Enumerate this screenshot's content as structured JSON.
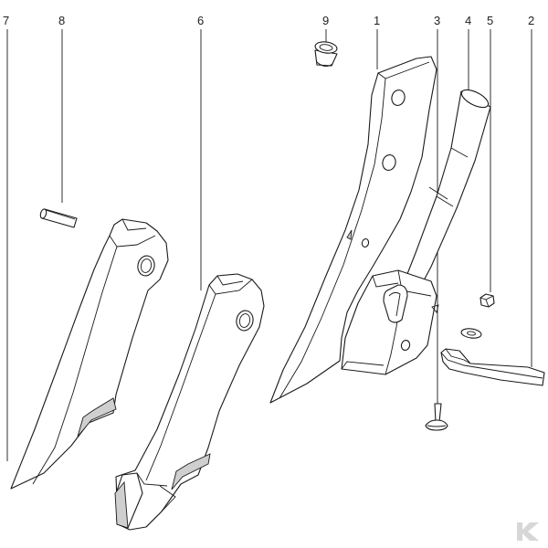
{
  "callouts": [
    {
      "id": "c7",
      "label": "7"
    },
    {
      "id": "c8",
      "label": "8"
    },
    {
      "id": "c6",
      "label": "6"
    },
    {
      "id": "c9",
      "label": "9"
    },
    {
      "id": "c1",
      "label": "1"
    },
    {
      "id": "c3",
      "label": "3"
    },
    {
      "id": "c4",
      "label": "4"
    },
    {
      "id": "c5",
      "label": "5"
    },
    {
      "id": "c2",
      "label": "2"
    }
  ],
  "logo": {
    "letter": "K",
    "color": "#d7d7d7"
  }
}
